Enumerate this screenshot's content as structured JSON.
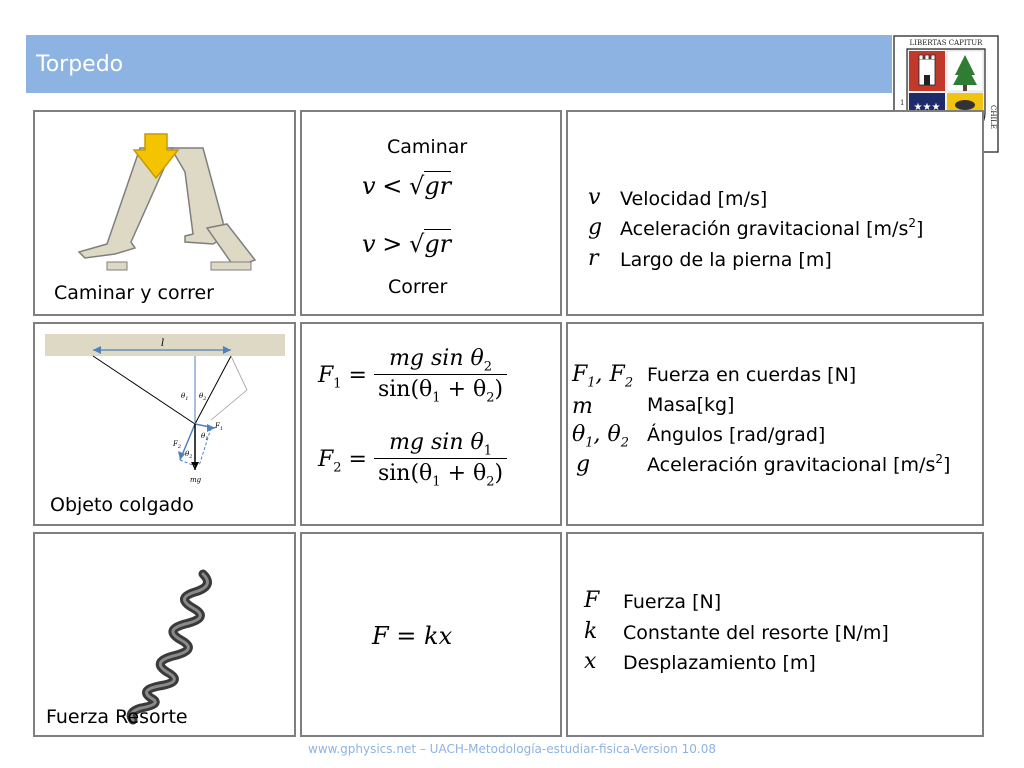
{
  "header": {
    "title": "Torpedo"
  },
  "logo": {
    "motto": "LIBERTAS CAPITUR",
    "side_text": "CHILE"
  },
  "rows": [
    {
      "label": "Caminar y correr",
      "formula_top_text": "Caminar",
      "formula_bottom_text": "Correr",
      "formula_walk": {
        "lhs": "v",
        "op": "<",
        "rad": "gr"
      },
      "formula_run": {
        "lhs": "v",
        "op": ">",
        "rad": "gr"
      },
      "variables": [
        {
          "symbol": "v",
          "desc": "Velocidad [m/s]"
        },
        {
          "symbol": "g",
          "desc": "Aceleración gravitacional [m/s",
          "sup": "2",
          "tail": "]"
        },
        {
          "symbol": "r",
          "desc": "Largo de la pierna [m]"
        }
      ]
    },
    {
      "label": "Objeto colgado",
      "diagram": {
        "length_label": "l",
        "theta1": "θ",
        "theta2": "θ",
        "f1": "F",
        "f2": "F",
        "weight": "mg",
        "sub1": "1",
        "sub2": "2"
      },
      "formula1": {
        "lhs": "F",
        "lhs_sub": "1",
        "num": "mg sin θ",
        "num_sub": "2",
        "den_a": "sin(θ",
        "den_sub1": "1",
        "den_plus": " + θ",
        "den_sub2": "2",
        "den_end": ")"
      },
      "formula2": {
        "lhs": "F",
        "lhs_sub": "2",
        "num": "mg sin θ",
        "num_sub": "1",
        "den_a": "sin(θ",
        "den_sub1": "1",
        "den_plus": " + θ",
        "den_sub2": "2",
        "den_end": ")"
      },
      "variables": [
        {
          "symbol": "F",
          "sub1": "1",
          "sep": ", F",
          "sub2": "2",
          "desc": "Fuerza en cuerdas [N]"
        },
        {
          "symbol": "m",
          "desc": "Masa[kg]"
        },
        {
          "symbol": "θ",
          "sub1": "1",
          "sep": ", θ",
          "sub2": "2",
          "desc": "Ángulos [rad/grad]"
        },
        {
          "symbol": "g",
          "desc": "Aceleración gravitacional [m/s",
          "sup": "2",
          "tail": "]"
        }
      ]
    },
    {
      "label": "Fuerza Resorte",
      "formula": "F = kx",
      "variables": [
        {
          "symbol": "F",
          "desc": "Fuerza [N]"
        },
        {
          "symbol": "k",
          "desc": "Constante del resorte [N/m]"
        },
        {
          "symbol": "x",
          "desc": "Desplazamiento [m]"
        }
      ]
    }
  ],
  "footer": {
    "text": "www.gphysics.net – UACH-Metodología-estudiar-fisica-Version 10.08"
  },
  "colors": {
    "header": "#8db3e2",
    "border": "#7f7f7f",
    "leg": "#ddd9c4",
    "arrow": "#f5c400",
    "vector": "#4f81bd"
  }
}
